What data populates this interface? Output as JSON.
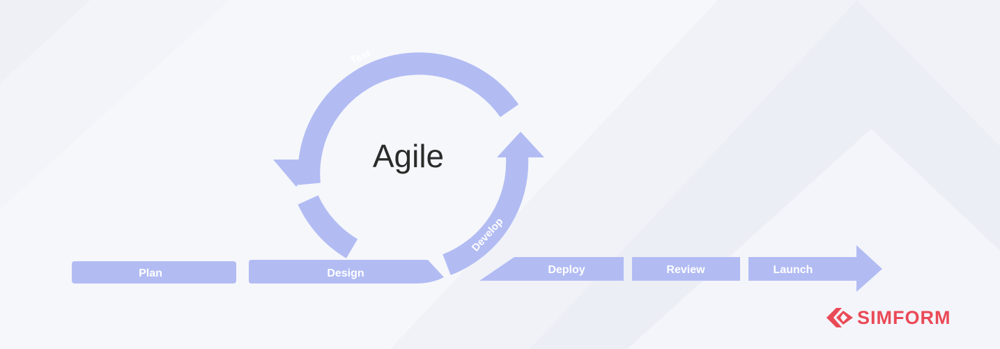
{
  "diagram": {
    "title": "Agile",
    "cycle_labels": {
      "test": "Test",
      "develop": "Develop"
    },
    "phases": [
      {
        "key": "plan",
        "label": "Plan"
      },
      {
        "key": "design",
        "label": "Design"
      },
      {
        "key": "deploy",
        "label": "Deploy"
      },
      {
        "key": "review",
        "label": "Review"
      },
      {
        "key": "launch",
        "label": "Launch"
      }
    ]
  },
  "brand": {
    "name": "SIMFORM",
    "logo_icon": "simform-logo-icon",
    "color": "#ea4956"
  },
  "colors": {
    "shape_fill": "#b2bcf3",
    "label_text": "#ffffff",
    "title_text": "#2b2b2b",
    "background": "#f6f7fb"
  }
}
